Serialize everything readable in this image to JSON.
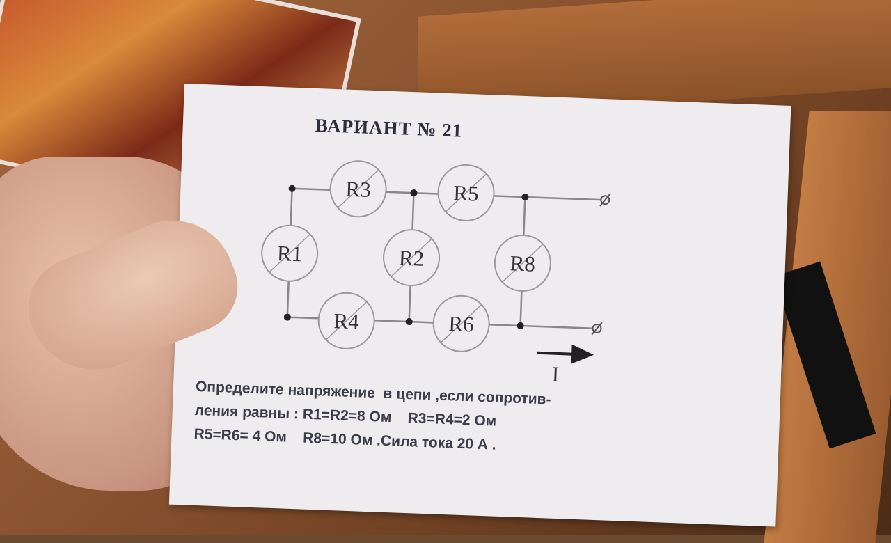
{
  "card": {
    "title": "ВАРИАНТ № 21",
    "current_symbol": "I",
    "problem_lines": [
      "Определите напряжение  в цепи ,если сопротив-",
      "ления равны : R1=R2=8 Ом    R3=R4=2 Ом",
      "R5=R6= 4 Ом    R8=10 Ом .Сила тока 20 А ."
    ]
  },
  "circuit": {
    "resistors": [
      {
        "id": "r1",
        "label": "R1"
      },
      {
        "id": "r2",
        "label": "R2"
      },
      {
        "id": "r3",
        "label": "R3"
      },
      {
        "id": "r4",
        "label": "R4"
      },
      {
        "id": "r5",
        "label": "R5"
      },
      {
        "id": "r6",
        "label": "R6"
      },
      {
        "id": "r8",
        "label": "R8"
      }
    ]
  },
  "colors": {
    "card": "#efecef",
    "ink": "#333333",
    "wire": "#888888"
  }
}
